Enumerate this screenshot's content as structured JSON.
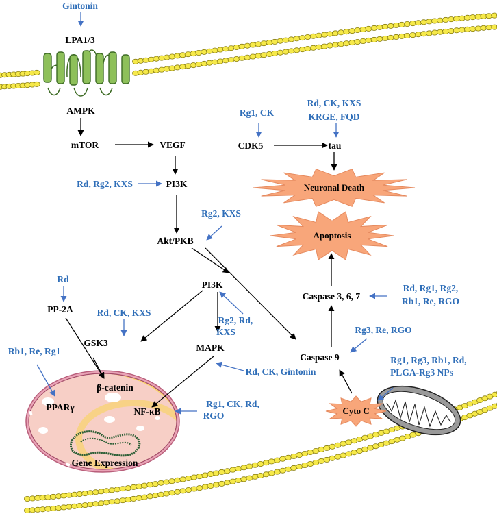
{
  "colors": {
    "drug_text": "#2f6eb8",
    "drug_arrow": "#4472c4",
    "membrane": "#f6e94a",
    "receptor": "#8ec05a",
    "burst": "#f8a67a",
    "nucleus_outer": "#e9a3b6",
    "nucleus_inner": "#f8d36b",
    "nucleoplasm": "#f7cfc6"
  },
  "nodes": {
    "lpa": "LPA1/3",
    "ampk": "AMPK",
    "mtor": "mTOR",
    "vegf": "VEGF",
    "pi3k_top": "PI3K",
    "akt": "Akt/PKB",
    "pi3k_mid": "PI3K",
    "mapk": "MAPK",
    "pp2a": "PP-2A",
    "gsk3": "GSK3",
    "beta_catenin": "β-catenin",
    "ppar": "PPARγ",
    "nfkb": "NF-κB",
    "gene_expression": "Gene Expression",
    "cdk5": "CDK5",
    "tau": "tau",
    "neuronal_death": "Neuronal Death",
    "apoptosis": "Apoptosis",
    "caspase367": "Caspase 3, 6, 7",
    "caspase9": "Caspase 9",
    "cyto_c": "Cyto C"
  },
  "drugs": {
    "gintonin": "Gintonin",
    "rg1_ck": "Rg1, CK",
    "tau_line1": "Rd, CK, KXS",
    "tau_line2": "KRGE, FQD",
    "pi3k_top": "Rd, Rg2, KXS",
    "akt": "Rg2, KXS",
    "pp2a": "Rd",
    "gsk3": "Rd, CK, KXS",
    "ppar": "Rb1, Re, Rg1",
    "pi3k_mid_line1": "Rg2, Rd,",
    "pi3k_mid_line2": "KXS",
    "mapk": "Rd, CK, Gintonin",
    "nfkb_line1": "Rg1, CK, Rd,",
    "nfkb_line2": "RGO",
    "casp367_line1": "Rd, Rg1, Rg2,",
    "casp367_line2": "Rb1, Re, RGO",
    "casp9": "Rg3, Re, RGO",
    "cyto_line1": "Rg1, Rg3, Rb1, Rd,",
    "cyto_line2": "PLGA-Rg3 NPs"
  }
}
